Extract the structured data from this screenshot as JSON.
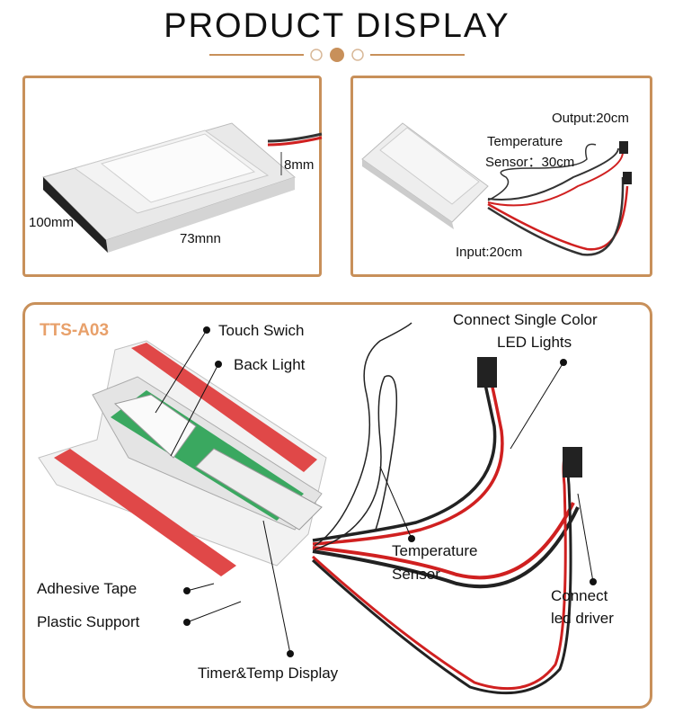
{
  "header": {
    "title": "PRODUCT  DISPLAY"
  },
  "panel1": {
    "thickness": "8mm",
    "length": "100mm",
    "width": "73mnn"
  },
  "panel2": {
    "output": "Output:20cm",
    "sensor_line1": "Temperature",
    "sensor_line2": "Sensor：30cm",
    "input": "Input:20cm"
  },
  "panel3": {
    "model": "TTS-A03",
    "touch_switch": "Touch Swich",
    "back_light": "Back Light",
    "connect_single_line1": "Connect Single Color",
    "connect_single_line2": "LED Lights",
    "temp_sensor_line1": "Temperature",
    "temp_sensor_line2": "Sensor",
    "connect_driver_line1": "Connect",
    "connect_driver_line2": "led driver",
    "adhesive_tape": "Adhesive Tape",
    "plastic_support": "Plastic Support",
    "timer_display": "Timer&Temp Display"
  },
  "colors": {
    "accent": "#c8905a",
    "model": "#e8a06a",
    "tape": "#e04848",
    "pcb": "#3aa860"
  }
}
